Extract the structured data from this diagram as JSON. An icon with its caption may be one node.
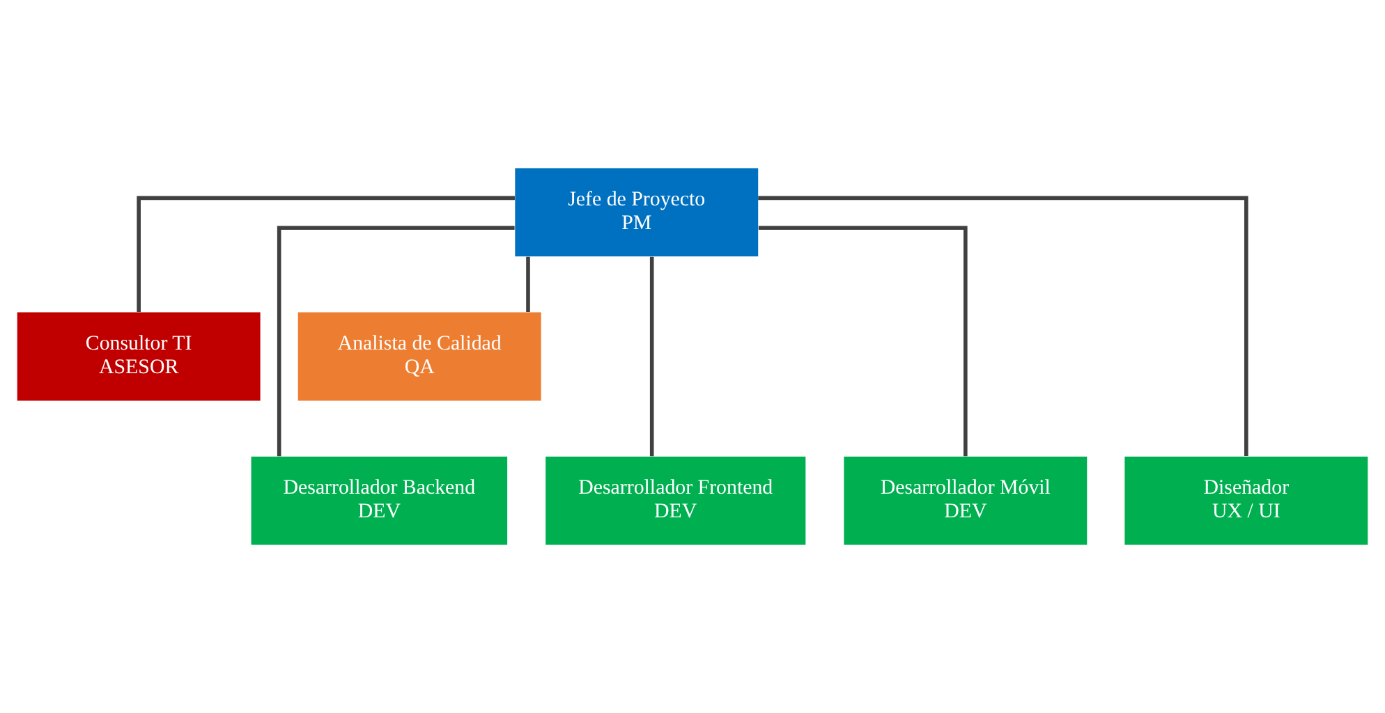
{
  "diagram": {
    "nodes": [
      {
        "text": [
          "Jefe de Proyecto",
          "PM"
        ]
      },
      {
        "text": [
          "Consultor TI",
          "ASESOR"
        ]
      },
      {
        "text": [
          "Analista de Calidad",
          "QA"
        ]
      },
      {
        "text": [
          "Desarrollador Backend",
          "DEV"
        ]
      },
      {
        "text": [
          "Desarrollador Frontend",
          "DEV"
        ]
      },
      {
        "text": [
          "Desarrollador Móvil",
          "DEV"
        ]
      },
      {
        "text": [
          "Diseñador",
          "UX / UI"
        ]
      }
    ],
    "edges": [
      {
        "from": 0,
        "to": 1,
        "arrow": "none"
      },
      {
        "from": 0,
        "to": 2,
        "arrow": "none"
      },
      {
        "from": 0,
        "to": 3,
        "arrow": "none"
      },
      {
        "from": 0,
        "to": 4,
        "arrow": "none"
      },
      {
        "from": 0,
        "to": 5,
        "arrow": "none"
      },
      {
        "from": 0,
        "to": 6,
        "arrow": "none"
      }
    ]
  }
}
